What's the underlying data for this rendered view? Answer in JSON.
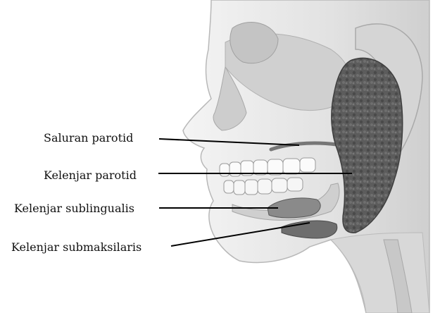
{
  "labels": {
    "saluran_parotid": "Saluran parotid",
    "kelenjar_parotid": "Kelenjar parotid",
    "kelenjar_sublingualis": "Kelenjar sublingualis",
    "kelenjar_submaksilaris": "Kelenjar submaksilaris"
  },
  "colors": {
    "gland": "#5a5a5a",
    "skin": "#e6e6e6",
    "skin_shadow": "#bdbdbd",
    "leader_line": "#000000"
  }
}
